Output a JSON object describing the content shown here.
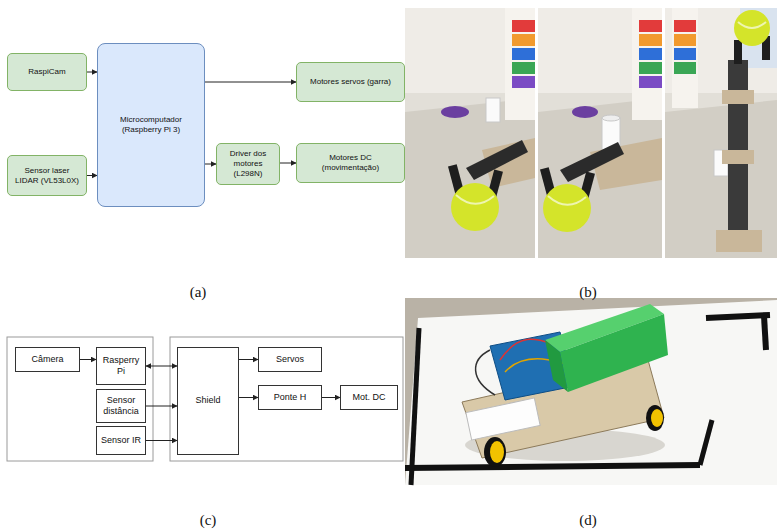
{
  "diagram": {
    "nodes": [
      {
        "text": [
          "RaspiCam"
        ]
      },
      {
        "text": [
          "Sensor laser LIDAR (VL53L0X)"
        ]
      },
      {
        "text": [
          "Microcomputador (Raspberry Pi 3)"
        ]
      },
      {
        "text": [
          "Motores servos (garra)"
        ]
      },
      {
        "text": [
          "Driver dos motores (L298N)"
        ]
      },
      {
        "text": [
          "Motores DC (movimentação)"
        ]
      },
      {
        "text": [
          "Câmera"
        ]
      },
      {
        "text": [
          "Rasperry Pi"
        ]
      },
      {
        "text": [
          "Sensor distância"
        ]
      },
      {
        "text": [
          "Sensor IR"
        ]
      },
      {
        "text": [
          "Shield"
        ]
      },
      {
        "text": [
          "Servos"
        ]
      },
      {
        "text": [
          "Ponte H"
        ]
      },
      {
        "text": [
          "Mot. DC"
        ]
      }
    ],
    "edges": [
      {
        "from": 0,
        "to": 2,
        "arrow": "to"
      },
      {
        "from": 1,
        "to": 2,
        "arrow": "to"
      },
      {
        "from": 2,
        "to": 3,
        "arrow": "to"
      },
      {
        "from": 2,
        "to": 4,
        "arrow": "to"
      },
      {
        "from": 4,
        "to": 5,
        "arrow": "to"
      },
      {
        "from": 6,
        "to": 7,
        "arrow": "to"
      },
      {
        "from": 7,
        "to": 10,
        "arrow": "both"
      },
      {
        "from": 8,
        "to": 10,
        "arrow": "to"
      },
      {
        "from": 9,
        "to": 10,
        "arrow": "to"
      },
      {
        "from": 10,
        "to": 11,
        "arrow": "to"
      },
      {
        "from": 10,
        "to": 12,
        "arrow": "to"
      },
      {
        "from": 12,
        "to": 13,
        "arrow": "to"
      }
    ],
    "labels": [
      "(a)",
      "(b)",
      "(c)",
      "(d)"
    ]
  }
}
